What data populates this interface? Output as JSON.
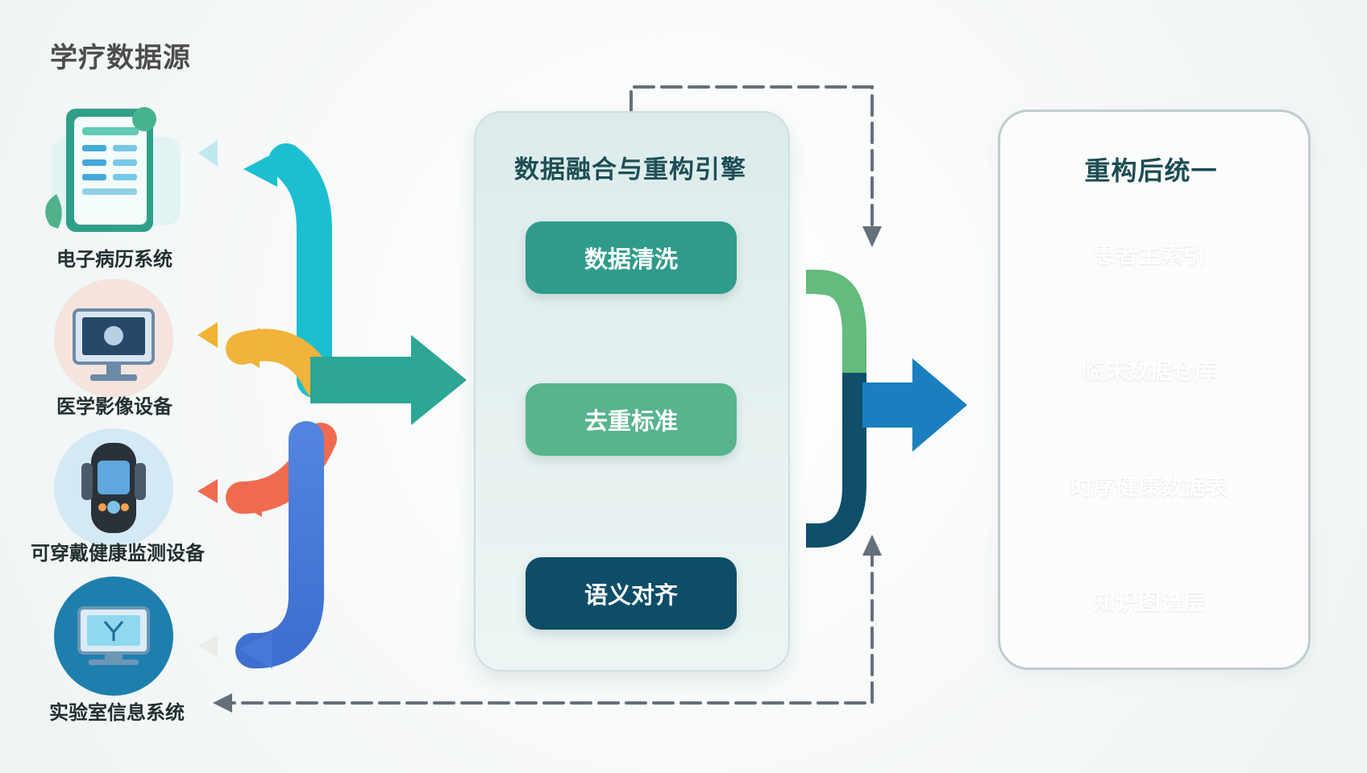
{
  "header": {
    "title": "学疗数据源"
  },
  "sources": [
    {
      "label": "电子病历系统",
      "icon": "document-tablet-icon",
      "color": "#22c1d4"
    },
    {
      "label": "医学影像设备",
      "icon": "medical-monitor-icon",
      "color": "#f2b333"
    },
    {
      "label": "可穿戴健康监测设备",
      "icon": "wearable-device-icon",
      "color": "#ef6b4f"
    },
    {
      "label": "实验室信息系统",
      "icon": "lab-computer-icon",
      "color": "#4d78d6"
    }
  ],
  "engine": {
    "title": "数据融合与重构引擎",
    "steps": [
      {
        "label": "数据清洗",
        "color": "#2f9b8a"
      },
      {
        "label": "去重标准",
        "color": "#57b48c"
      },
      {
        "label": "语义对齐",
        "color": "#0d4d67"
      }
    ]
  },
  "unified": {
    "title": "重构后统一",
    "layers": [
      {
        "label": "患者主索引",
        "color": "#137a73"
      },
      {
        "label": "临床数据仓库",
        "color": "#3a9fdd"
      },
      {
        "label": "时序健康数据表",
        "color": "#69bb7e"
      },
      {
        "label": "知识图谱层",
        "color": "#76a8b2"
      }
    ]
  },
  "colors": {
    "feedback": "#66707a",
    "bracket_top": "#63bb7e",
    "bracket_bottom": "#0f4f69",
    "output_arrow": "#1b7fbf",
    "merge_arrow": "#2da694"
  }
}
